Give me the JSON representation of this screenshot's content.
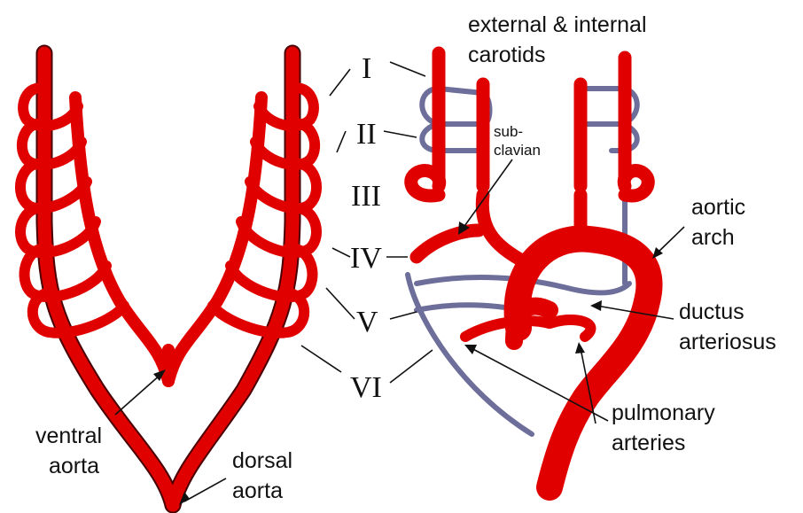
{
  "roman_numerals": [
    "I",
    "II",
    "III",
    "IV",
    "V",
    "VI"
  ],
  "labels": {
    "carotids_line1": "external & internal",
    "carotids_line2": "carotids",
    "subclavian_line1": "sub-",
    "subclavian_line2": "clavian",
    "aortic_arch_line1": "aortic",
    "aortic_arch_line2": "arch",
    "ductus_line1": "ductus",
    "ductus_line2": "arteriosus",
    "pulmonary_line1": "pulmonary",
    "pulmonary_line2": "arteries",
    "ventral_line1": "ventral",
    "ventral_line2": "aorta",
    "dorsal_line1": "dorsal",
    "dorsal_line2": "aorta"
  },
  "colors": {
    "artery_red": "#e00000",
    "regressed_grey": "#6d6e9a"
  }
}
